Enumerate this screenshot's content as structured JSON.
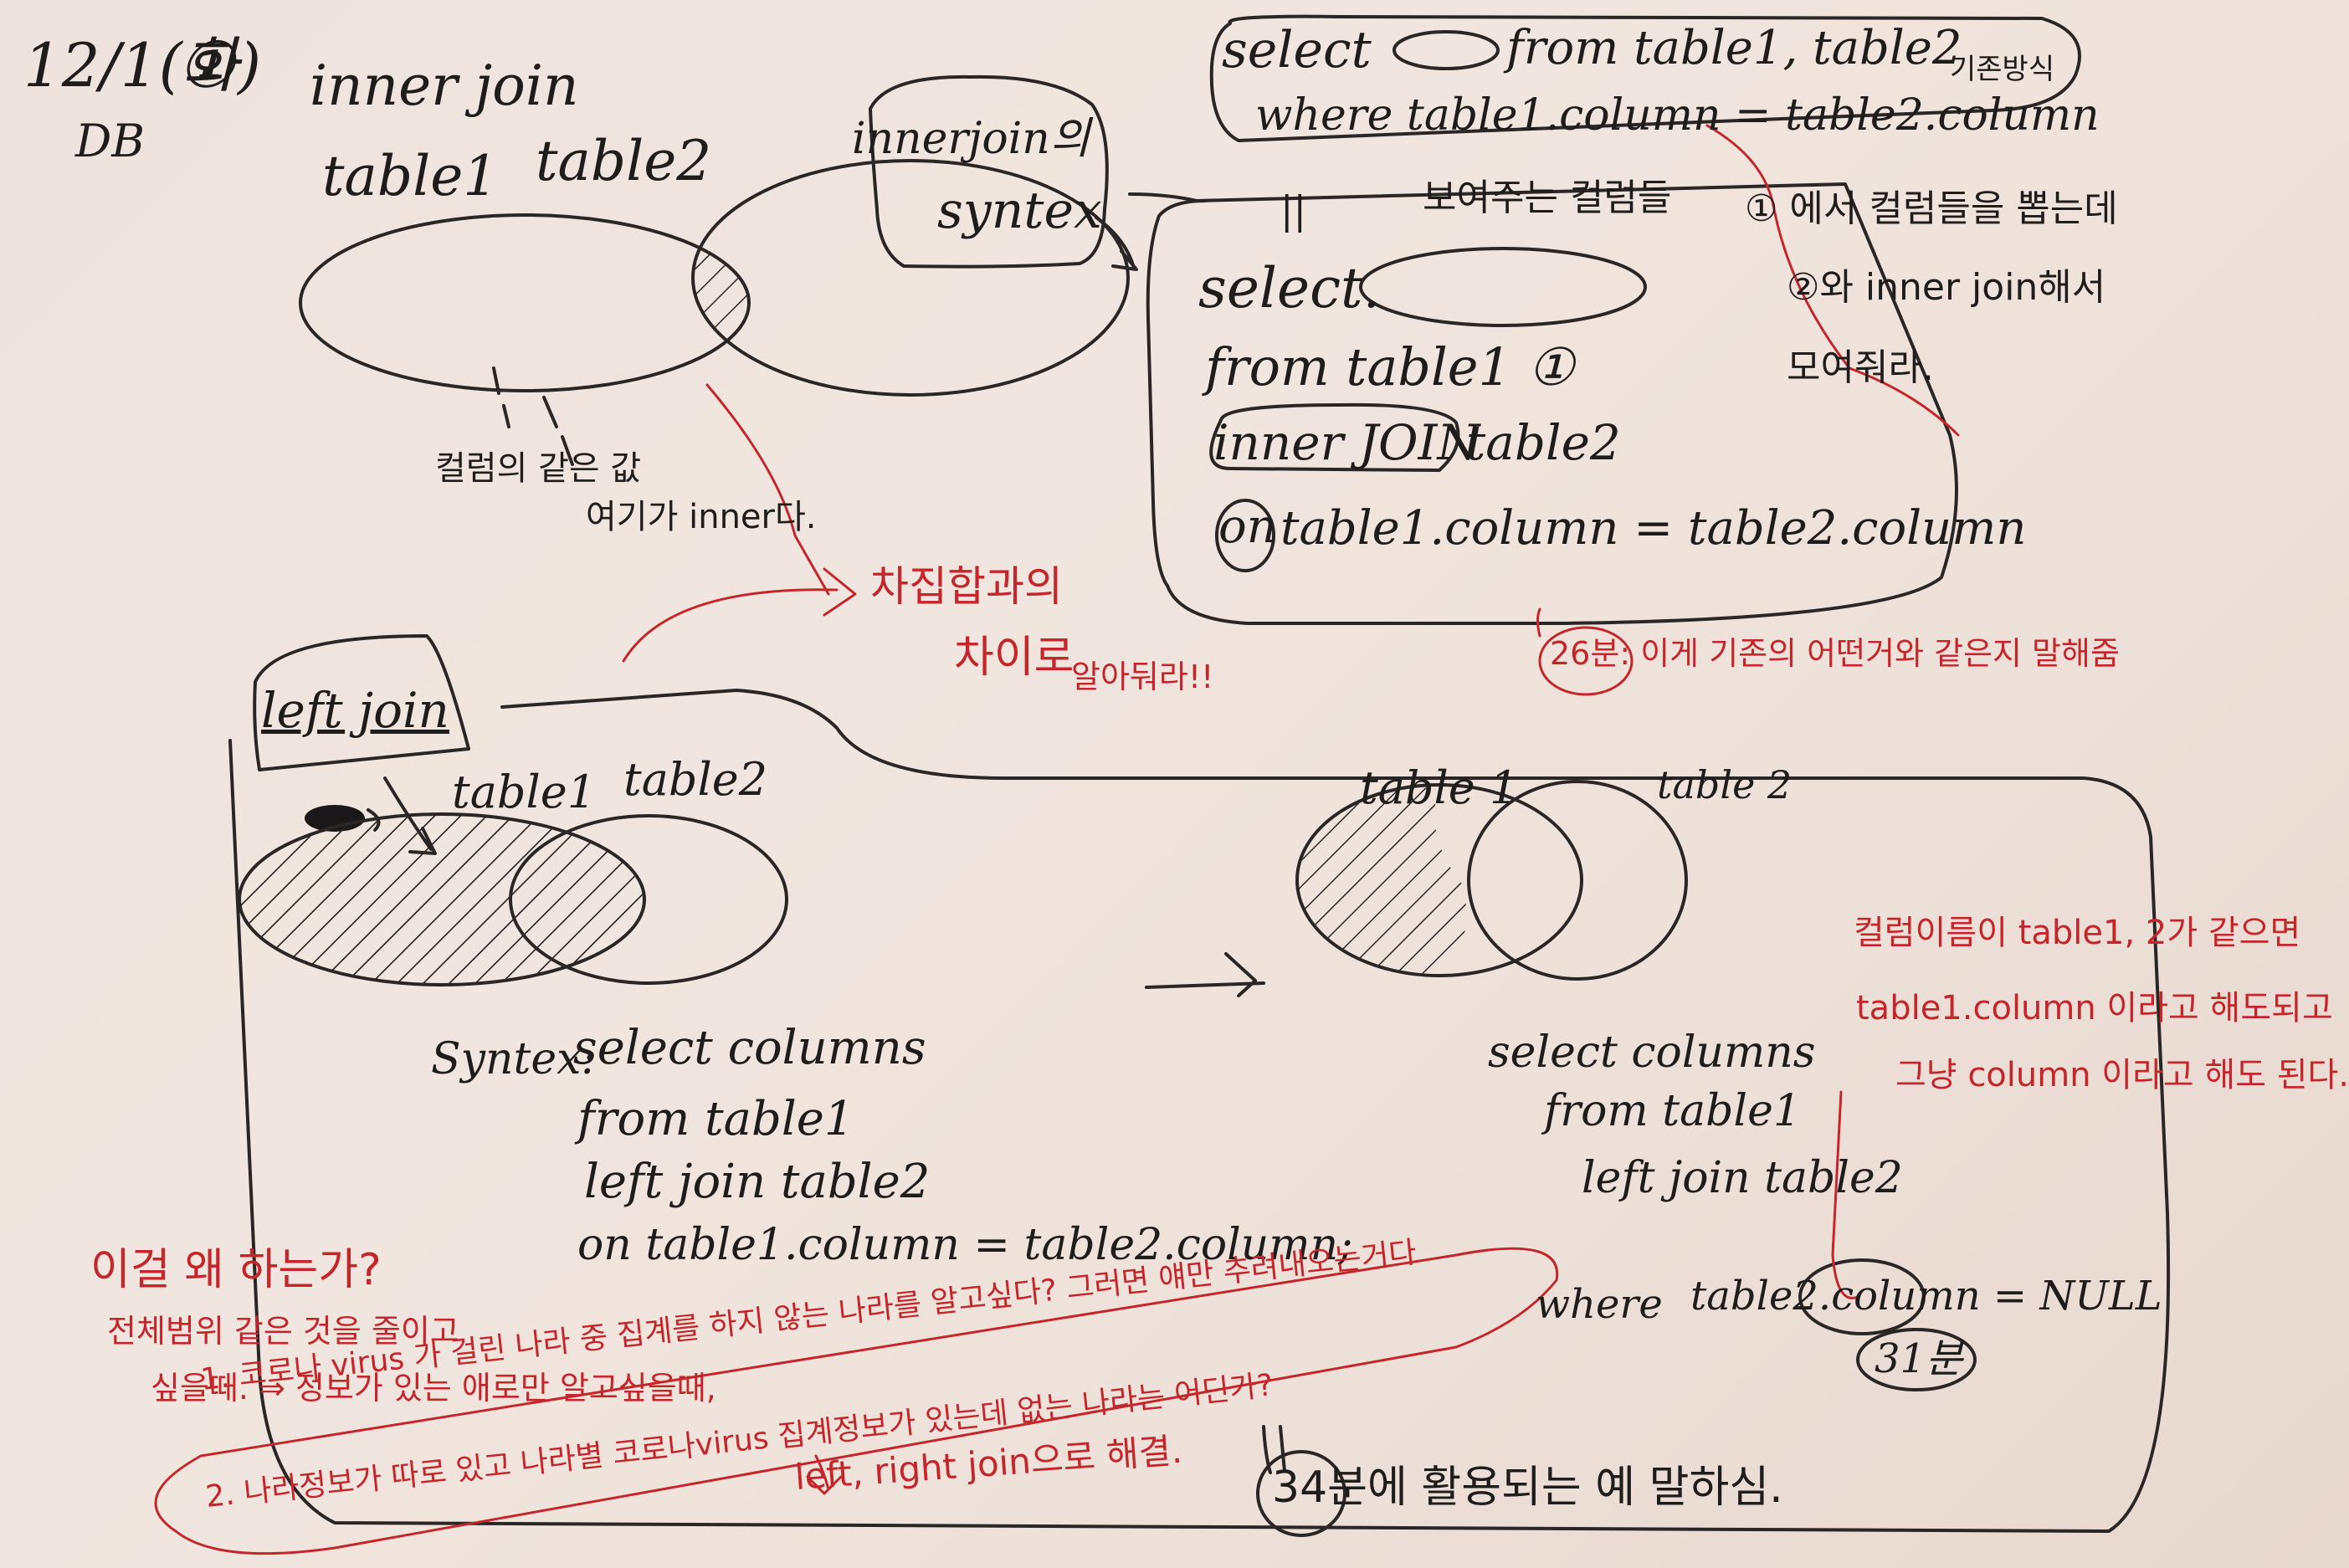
{
  "header": {
    "date": "12/1(화)",
    "circled_num": "①",
    "subject": "DB",
    "title": "inner join"
  },
  "inner_join": {
    "table1": "table1",
    "table2": "table2",
    "overlap_note_1": "컬럼의 같은 값",
    "overlap_note_2": "여기가 inner다.",
    "box_label_1": "innerjoin의",
    "box_label_2": "syntex"
  },
  "syntax_old": {
    "line1_pre": "select",
    "line1_post": "from table1, table2",
    "line2": "where table1.column = table2.column",
    "tag": "기존방식"
  },
  "syntax_new": {
    "eq_mark": "||",
    "shown_cols": "보여주는 컬럼들",
    "select_kw": "select.",
    "from_line": "from  table1 ①",
    "inner_kw": "inner JOIN",
    "inner_table": "table2",
    "on_kw": "on",
    "on_expr": "table1.column = table2.column",
    "note_1": "① 에서 컬럼들을 뽑는데",
    "note_2": "②와 inner join해서",
    "note_3": "모여줘라."
  },
  "difference": {
    "arrow_note_1": "차집합과의",
    "arrow_note_2": "차이로",
    "arrow_note_3": "알아둬라!!",
    "time_note": "26분: 이게 기존의 어떤거와 같은지 말해줌"
  },
  "left_join": {
    "title": "left join",
    "table1": "table1",
    "table2": "table2",
    "syntax_label": "Syntex:",
    "line1": "select columns",
    "line2": "from table1",
    "line3": "left join table2",
    "line4": "on table1.column = table2.column;"
  },
  "left_join_exclusive": {
    "table1": "table 1",
    "table2": "table 2",
    "line1": "select columns",
    "line2": "from table1",
    "line3": "left join table2",
    "line4_kw": "where",
    "line4_expr": "table2.column = NULL",
    "time_tag": "31분",
    "note_1": "컬럼이름이 table1, 2가 같으면",
    "note_2": "table1.column 이라고 해도되고",
    "note_3": "그냥 column 이라고 해도 된다."
  },
  "why": {
    "q": "이걸 왜 하는가?",
    "a1": "전체범위 같은 것을 줄이고",
    "a2": "싶을때. ⇒ 정보가 있는 애로만 알고싶을때,",
    "ex1": "1. 코로나 virus 가 걸린 나라 중 집계를 하지 않는 나라를 알고싶다? 그러면 얘만 추려내오는거다",
    "ex2": "2. 나라정보가 따로 있고 나라별 코로나virus 집계정보가 있는데 없는 나라는 어딘가?",
    "solve": "left, right join으로 해결.",
    "final": "34분에 활용되는 예 말하심."
  }
}
